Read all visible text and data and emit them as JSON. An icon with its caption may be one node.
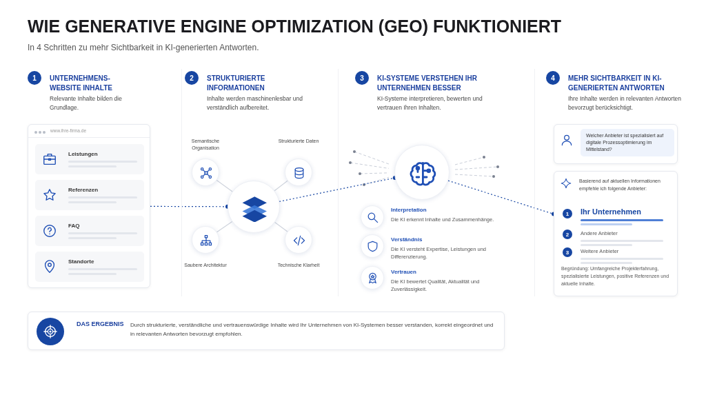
{
  "diagram": {
    "title": "WIE **GENERATIVE ENGINE OPTIMIZATION (GEO)** FUNKTIONIERT",
    "nodes": [
      {
        "text": [
          "1"
        ],
        "beside": [
          "UNTERNEHMENS- WEBSITE INHALTE",
          "Relevante Inhalte bilden die Grundlage."
        ]
      },
      {
        "text": [
          "2"
        ],
        "beside": [
          "STRUKTURIERTE INFORMATIONEN",
          "Inhalte werden maschinenlesbar und verständlich aufbereitet."
        ]
      },
      {
        "text": [
          "3"
        ],
        "beside": [
          "KI-SYSTEME VERSTEHEN IHR UNTERNEHMEN BESSER",
          "KI-Systeme interpretieren, bewerten und vertrauen Ihren Inhalten."
        ]
      },
      {
        "text": [
          "4"
        ],
        "beside": [
          "MEHR SICHTBARKEIT IN KI-GENERIERTEN ANTWORTEN",
          "Ihre Inhalte werden in relevanten Antworten bevorzugt berücksichtigt."
        ]
      },
      {
        "text": [
          "www.ihre-firma.de"
        ]
      },
      {
        "text": [
          "Leistungen"
        ],
        "in": 4
      },
      {
        "text": [
          "Referenzen"
        ],
        "in": 4
      },
      {
        "text": [
          "FAQ"
        ],
        "in": 4
      },
      {
        "text": [
          "Standorte"
        ],
        "in": 4
      },
      {
        "text": [
          "Semantische Organisation"
        ]
      },
      {
        "text": [
          "Strukturierte Daten"
        ]
      },
      {
        "text": [],
        "shape": "circle"
      },
      {
        "text": [
          "Saubere Architektur"
        ]
      },
      {
        "text": [
          "Technische Klarheit"
        ]
      },
      {
        "text": [],
        "shape": "circle"
      },
      {
        "text": [
          "Welcher Anbieter ist spezialisiert auf digitale Prozessoptimierung im Mittelstand?"
        ]
      },
      {
        "text": [
          "Basierend auf aktuellen Informationen empfehle ich folgende Anbieter:",
          "Begründung: Umfangreiche Projekterfahrung, spezialisierte Leistungen, positive Referenzen und aktuelle Inhalte."
        ]
      },
      {
        "text": [
          "1"
        ],
        "in": 16,
        "beside": [
          "Ihr Unternehmen"
        ]
      },
      {
        "text": [
          "2"
        ],
        "in": 16,
        "beside": [
          "Andere Anbieter"
        ]
      },
      {
        "text": [
          "3"
        ],
        "in": 16,
        "beside": [
          "Weitere Anbieter"
        ]
      },
      {
        "text": [
          "DAS ERGEBNIS",
          "Durch strukturierte, verständliche und vertrauenswürdige Inhalte wird Ihr Unternehmen von KI-Systemen besser verstanden, korrekt eingeordnet und in relevanten Antworten bevorzugt empfohlen."
        ]
      }
    ],
    "edges": [
      {
        "from": 4,
        "to": 11,
        "arrow": "other",
        "style": "dashed",
        "color": "#1746a2"
      },
      {
        "from": 9,
        "to": 11,
        "arrow": "none"
      },
      {
        "from": 10,
        "to": 11,
        "arrow": "none"
      },
      {
        "from": 12,
        "to": 11,
        "arrow": "none"
      },
      {
        "from": 13,
        "to": 11,
        "arrow": "none"
      },
      {
        "from": 11,
        "to": 14,
        "arrow": "other",
        "style": "dashed",
        "color": "#1746a2"
      },
      {
        "from": 14,
        "to": 16,
        "arrow": "other",
        "style": "dashed",
        "color": "#1746a2"
      }
    ],
    "labels": [
      "In 4 Schritten zu mehr Sichtbarkeit in KI-generierten Antworten.",
      "Interpretation",
      "Die KI erkennt Inhalte und Zusammenhänge.",
      "Verständnis",
      "Die KI versteht Expertise, Leistungen und Differenzierung.",
      "Vertrauen",
      "Die KI bewertet Qualität, Aktualität und Zuverlässigkeit."
    ]
  }
}
